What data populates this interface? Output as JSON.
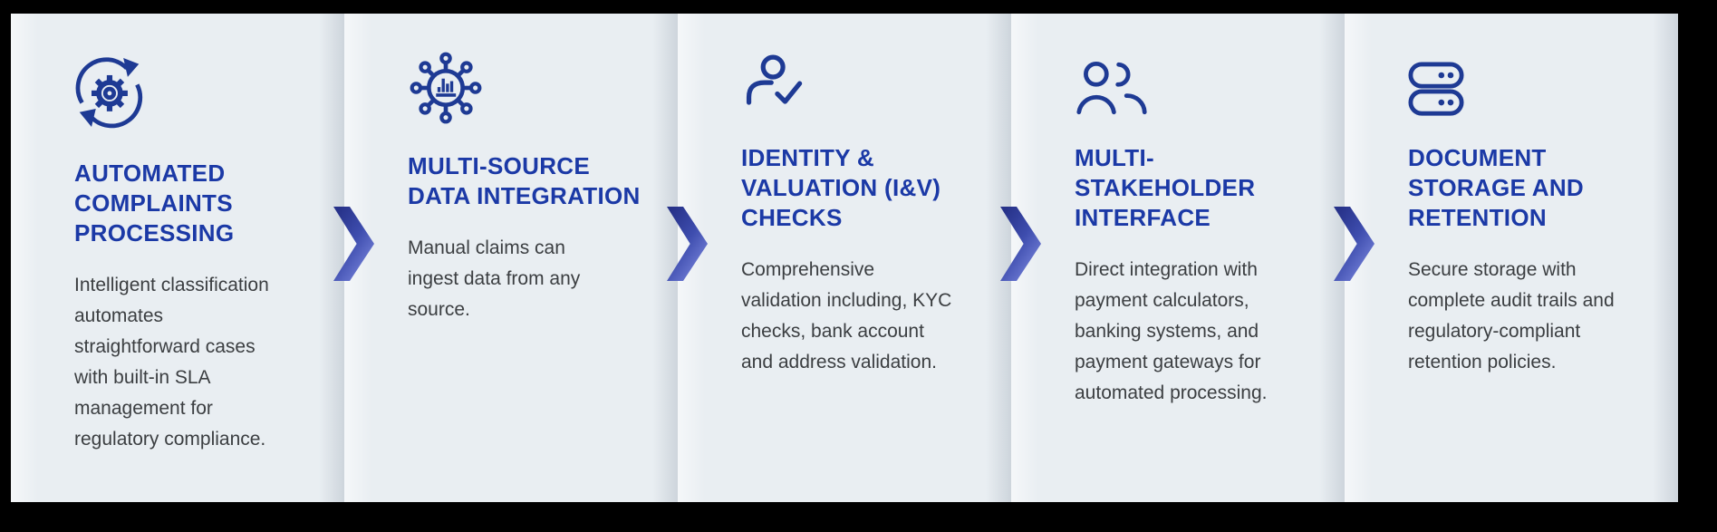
{
  "colors": {
    "page_background": "#000000",
    "card_background": "#e9eef2",
    "title_blue": "#1b39a6",
    "body_text": "#3b3e41",
    "icon_navy": "#1e3a94",
    "arrow_gradient_dark": "#273289",
    "arrow_gradient_light": "#8894e8"
  },
  "flow": {
    "arrow_count": 4,
    "arrow_direction": "right"
  },
  "cards": [
    {
      "icon": "sync-gear-icon",
      "title": "AUTOMATED\nCOMPLAINTS\nPROCESSING",
      "description": "Intelligent classification\nautomates\nstraightforward cases\nwith built-in SLA\nmanagement for\nregulatory compliance."
    },
    {
      "icon": "data-network-icon",
      "title": "MULTI-SOURCE\nDATA INTEGRATION",
      "description": "Manual claims can\ningest data from any\nsource."
    },
    {
      "icon": "person-check-icon",
      "title": "IDENTITY &\nVALUATION (I&V)\nCHECKS",
      "description": "Comprehensive\nvalidation including, KYC\nchecks, bank account\nand address validation."
    },
    {
      "icon": "people-icon",
      "title": "MULTI-\nSTAKEHOLDER\nINTERFACE",
      "description": "Direct integration with\npayment calculators,\nbanking systems, and\npayment gateways for\nautomated processing."
    },
    {
      "icon": "server-storage-icon",
      "title": "DOCUMENT\nSTORAGE AND\nRETENTION",
      "description": "Secure storage with\ncomplete audit trails and\nregulatory-compliant\nretention policies."
    }
  ]
}
